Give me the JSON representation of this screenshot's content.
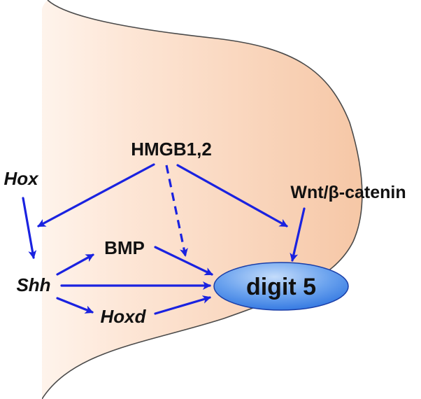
{
  "colors": {
    "arrow": "#1a22e0",
    "limb_fill_dark": "#f6c7a6",
    "limb_fill_light": "#fffaf6",
    "limb_outline": "#4a4a4a",
    "ellipse_light": "#9fc6f6",
    "ellipse_dark": "#2e74e0",
    "ellipse_stroke": "#1a3ea8",
    "text": "#111111"
  },
  "nodes": {
    "hmgb": "HMGB1,2",
    "hox": "Hox",
    "wnt": "Wnt/β-catenin",
    "bmp": "BMP",
    "shh": "Shh",
    "hoxd": "Hoxd",
    "digit5": "digit 5"
  },
  "edges": [
    {
      "from": "HMGB1,2",
      "to": "Shh",
      "style": "solid"
    },
    {
      "from": "HMGB1,2",
      "to": "digit 5",
      "style": "dashed"
    },
    {
      "from": "HMGB1,2",
      "to": "Wnt/β-catenin",
      "style": "solid"
    },
    {
      "from": "Hox",
      "to": "Shh",
      "style": "solid"
    },
    {
      "from": "Wnt/β-catenin",
      "to": "digit 5",
      "style": "solid"
    },
    {
      "from": "Shh",
      "to": "BMP",
      "style": "solid"
    },
    {
      "from": "Shh",
      "to": "digit 5",
      "style": "solid"
    },
    {
      "from": "Shh",
      "to": "Hoxd",
      "style": "solid"
    },
    {
      "from": "BMP",
      "to": "digit 5",
      "style": "solid"
    },
    {
      "from": "Hoxd",
      "to": "digit 5",
      "style": "solid"
    }
  ]
}
